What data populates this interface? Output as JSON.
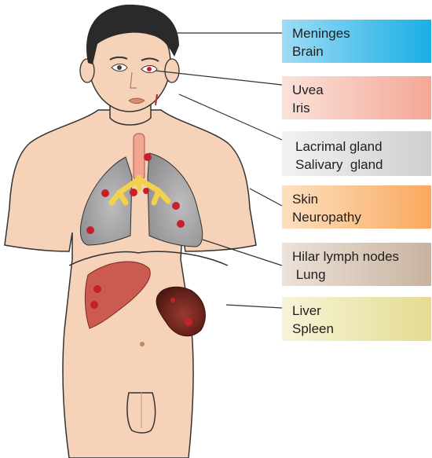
{
  "labels": [
    {
      "lines": [
        "Meninges",
        "Brain"
      ],
      "color": "#1fb8ea"
    },
    {
      "lines": [
        "Uvea",
        "Iris"
      ],
      "color": "#f6b7a6"
    },
    {
      "lines": [
        "Lacrimal gland",
        "Salivary  gland"
      ],
      "color": "#d9d9d9"
    },
    {
      "lines": [
        "Skin",
        "Neuropathy"
      ],
      "color": "#fbb978"
    },
    {
      "lines": [
        "Hilar lymph nodes",
        " Lung"
      ],
      "color": "#d3c2b4"
    },
    {
      "lines": [
        "Liver",
        "Spleen"
      ],
      "color": "#ebe6a9"
    }
  ],
  "colors": {
    "skin": "#f6d3b8",
    "outline": "#333333",
    "lung": "#a7a6a8",
    "liver": "#cb5b50",
    "spleen": "#6a2620",
    "trachea": "#f2a591",
    "airway": "#f2d14e",
    "lesion": "#c8202a",
    "hair": "#2a2a2a"
  }
}
